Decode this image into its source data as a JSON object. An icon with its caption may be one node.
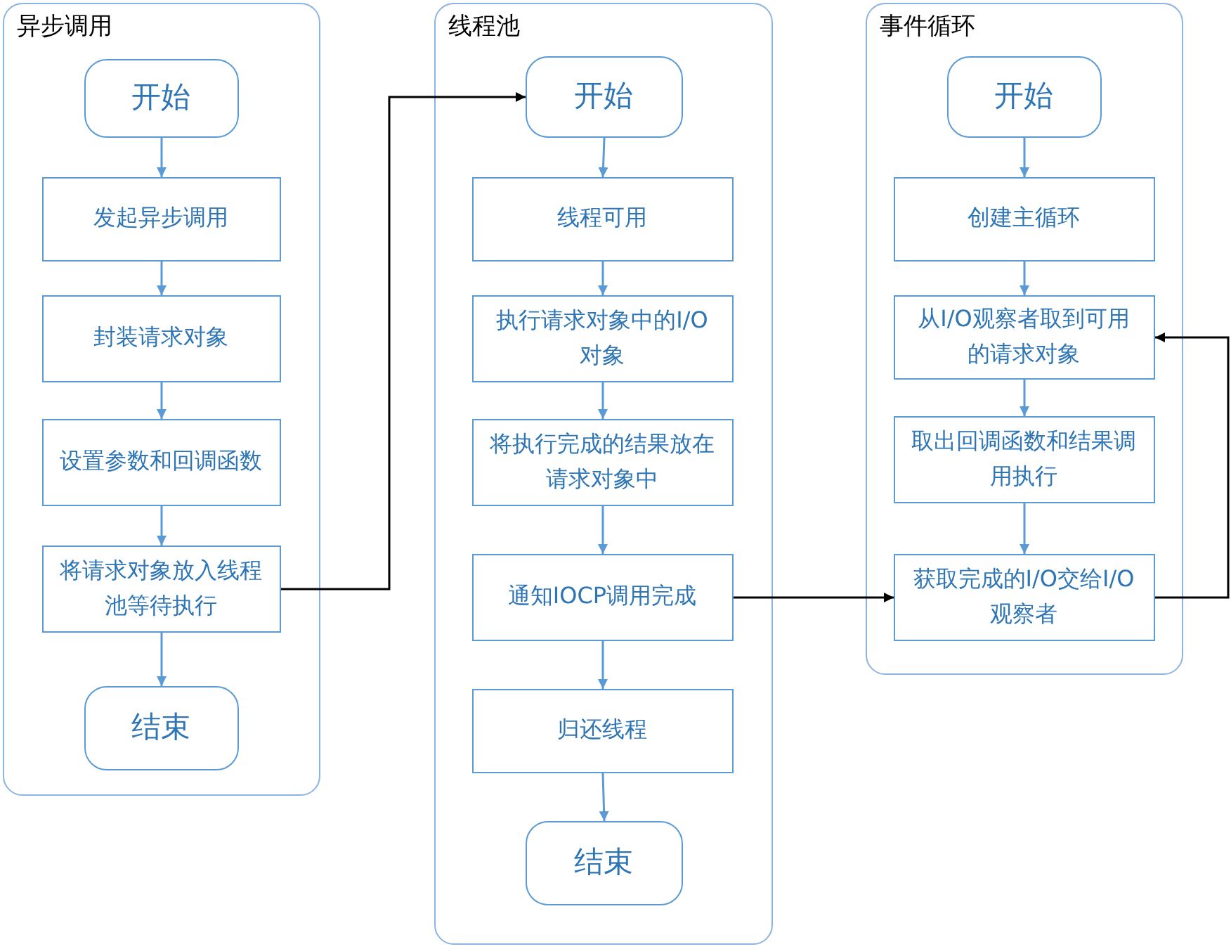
{
  "diagram": {
    "nodes": [
      {
        "text": [
          "异步调用"
        ]
      },
      {
        "text": [
          "开始"
        ],
        "in": 0
      },
      {
        "text": [
          "发起异步调用"
        ],
        "in": 0
      },
      {
        "text": [
          "封装请求对象"
        ],
        "in": 0
      },
      {
        "text": [
          "设置参数和回调函数"
        ],
        "in": 0
      },
      {
        "text": [
          "将请求对象放入线程池等待执行"
        ],
        "in": 0
      },
      {
        "text": [
          "结束"
        ],
        "in": 0
      },
      {
        "text": [
          "线程池"
        ]
      },
      {
        "text": [
          "开始"
        ],
        "in": 7
      },
      {
        "text": [
          "线程可用"
        ],
        "in": 7
      },
      {
        "text": [
          "执行请求对象中的I/O对象"
        ],
        "in": 7
      },
      {
        "text": [
          "将执行完成的结果放在请求对象中"
        ],
        "in": 7
      },
      {
        "text": [
          "通知IOCP调用完成"
        ],
        "in": 7
      },
      {
        "text": [
          "归还线程"
        ],
        "in": 7
      },
      {
        "text": [
          "结束"
        ],
        "in": 7
      },
      {
        "text": [
          "事件循环"
        ]
      },
      {
        "text": [
          "开始"
        ],
        "in": 15
      },
      {
        "text": [
          "创建主循环"
        ],
        "in": 15
      },
      {
        "text": [
          "从I/O观察者取到可用的请求对象"
        ],
        "in": 15
      },
      {
        "text": [
          "取出回调函数和结果调用执行"
        ],
        "in": 15
      },
      {
        "text": [
          "获取完成的I/O交给I/O观察者"
        ],
        "in": 15
      }
    ],
    "edges": [
      {
        "from": 1,
        "to": 2,
        "arrow": "to"
      },
      {
        "from": 2,
        "to": 3,
        "arrow": "to"
      },
      {
        "from": 3,
        "to": 4,
        "arrow": "to"
      },
      {
        "from": 4,
        "to": 5,
        "arrow": "to"
      },
      {
        "from": 5,
        "to": 6,
        "arrow": "to"
      },
      {
        "from": 5,
        "to": 8,
        "arrow": "to",
        "color": "#000000"
      },
      {
        "from": 8,
        "to": 9,
        "arrow": "to"
      },
      {
        "from": 9,
        "to": 10,
        "arrow": "to"
      },
      {
        "from": 10,
        "to": 11,
        "arrow": "to"
      },
      {
        "from": 11,
        "to": 12,
        "arrow": "to"
      },
      {
        "from": 12,
        "to": 13,
        "arrow": "to"
      },
      {
        "from": 13,
        "to": 14,
        "arrow": "to"
      },
      {
        "from": 12,
        "to": 20,
        "arrow": "to",
        "color": "#000000"
      },
      {
        "from": 16,
        "to": 17,
        "arrow": "to"
      },
      {
        "from": 17,
        "to": 18,
        "arrow": "to"
      },
      {
        "from": 18,
        "to": 19,
        "arrow": "to"
      },
      {
        "from": 19,
        "to": 20,
        "arrow": "to"
      },
      {
        "from": 20,
        "to": 18,
        "arrow": "to",
        "color": "#000000"
      }
    ]
  }
}
